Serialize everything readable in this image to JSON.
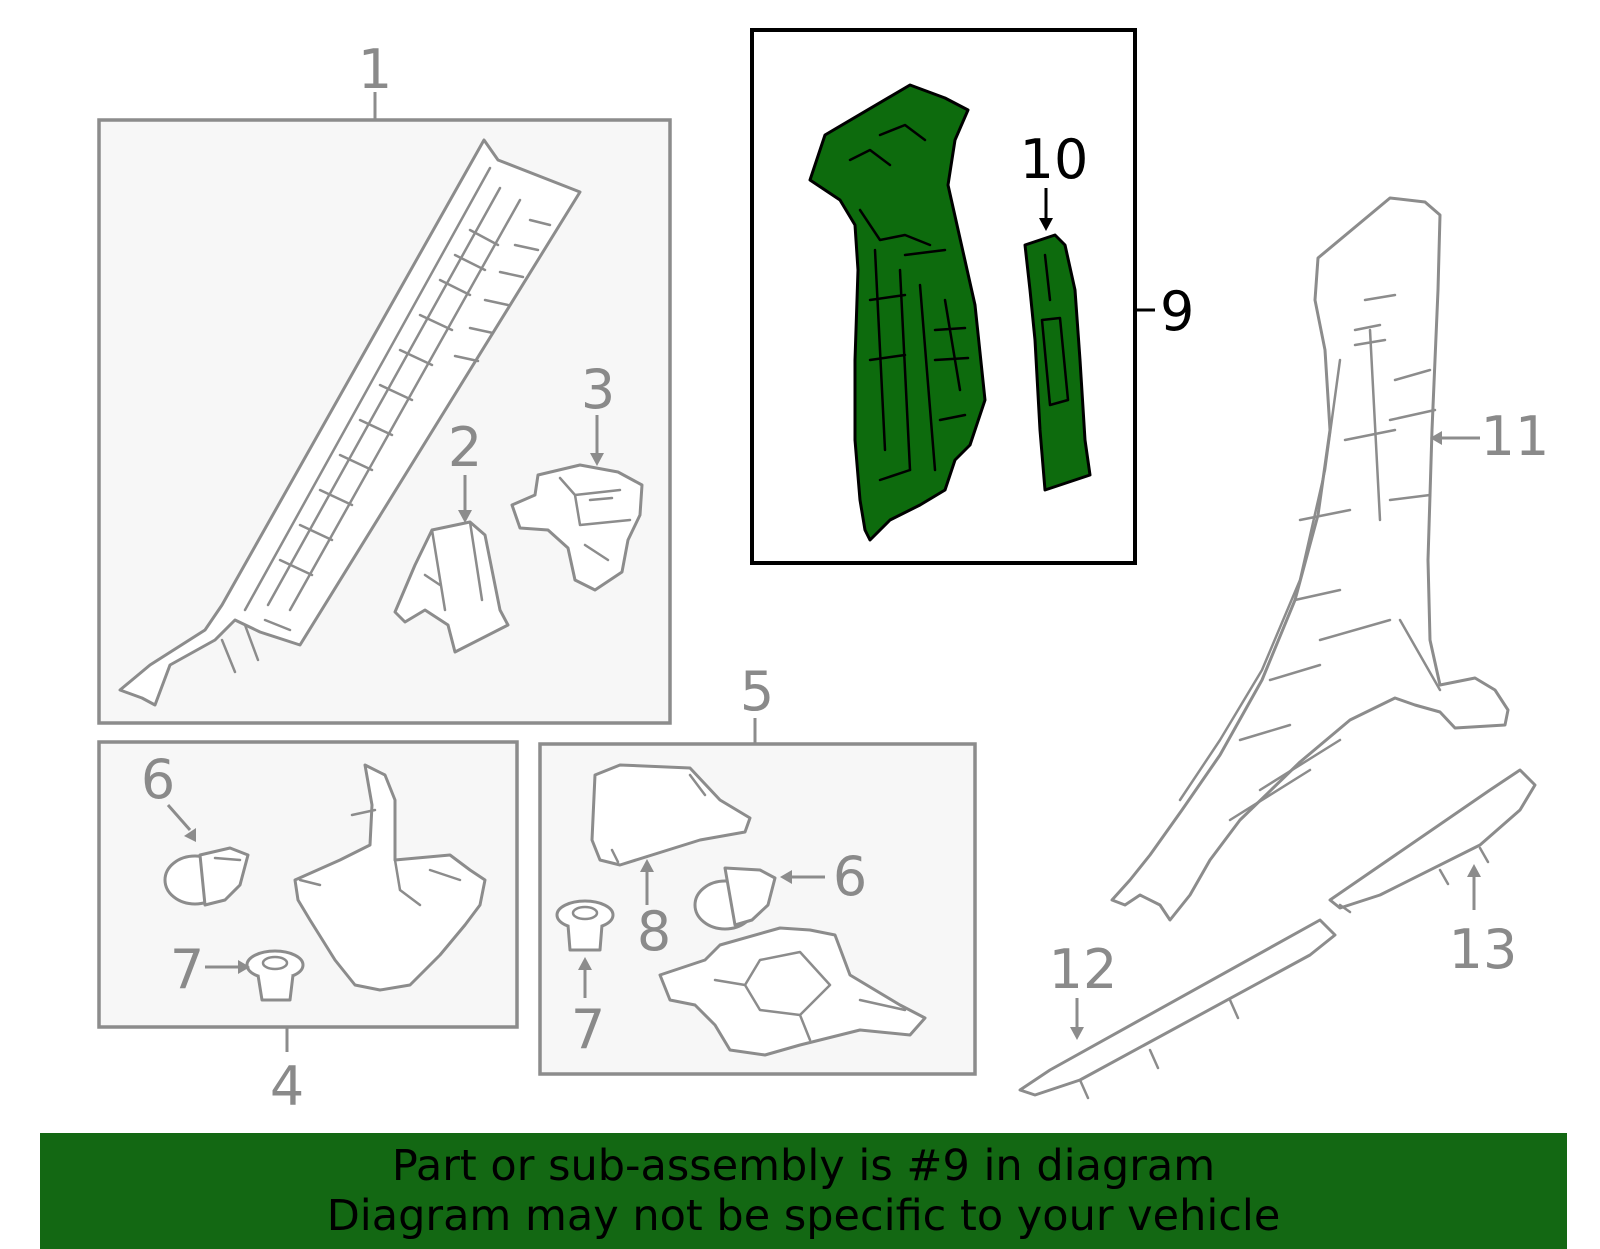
{
  "callouts": {
    "c1": "1",
    "c2": "2",
    "c3": "3",
    "c4": "4",
    "c5": "5",
    "c6a": "6",
    "c6b": "6",
    "c7a": "7",
    "c7b": "7",
    "c8": "8",
    "c9": "9",
    "c10": "10",
    "c11": "11",
    "c12": "12",
    "c13": "13"
  },
  "highlighted_part": "9",
  "banner": {
    "line1": "Part or sub-assembly is #9 in diagram",
    "line2": "Diagram may not be specific to your vehicle"
  },
  "colors": {
    "highlight_fill": "#0d6b0d",
    "banner_bg": "#136813",
    "line_gray": "#8c8c8c",
    "box_bg": "#f7f7f7"
  }
}
